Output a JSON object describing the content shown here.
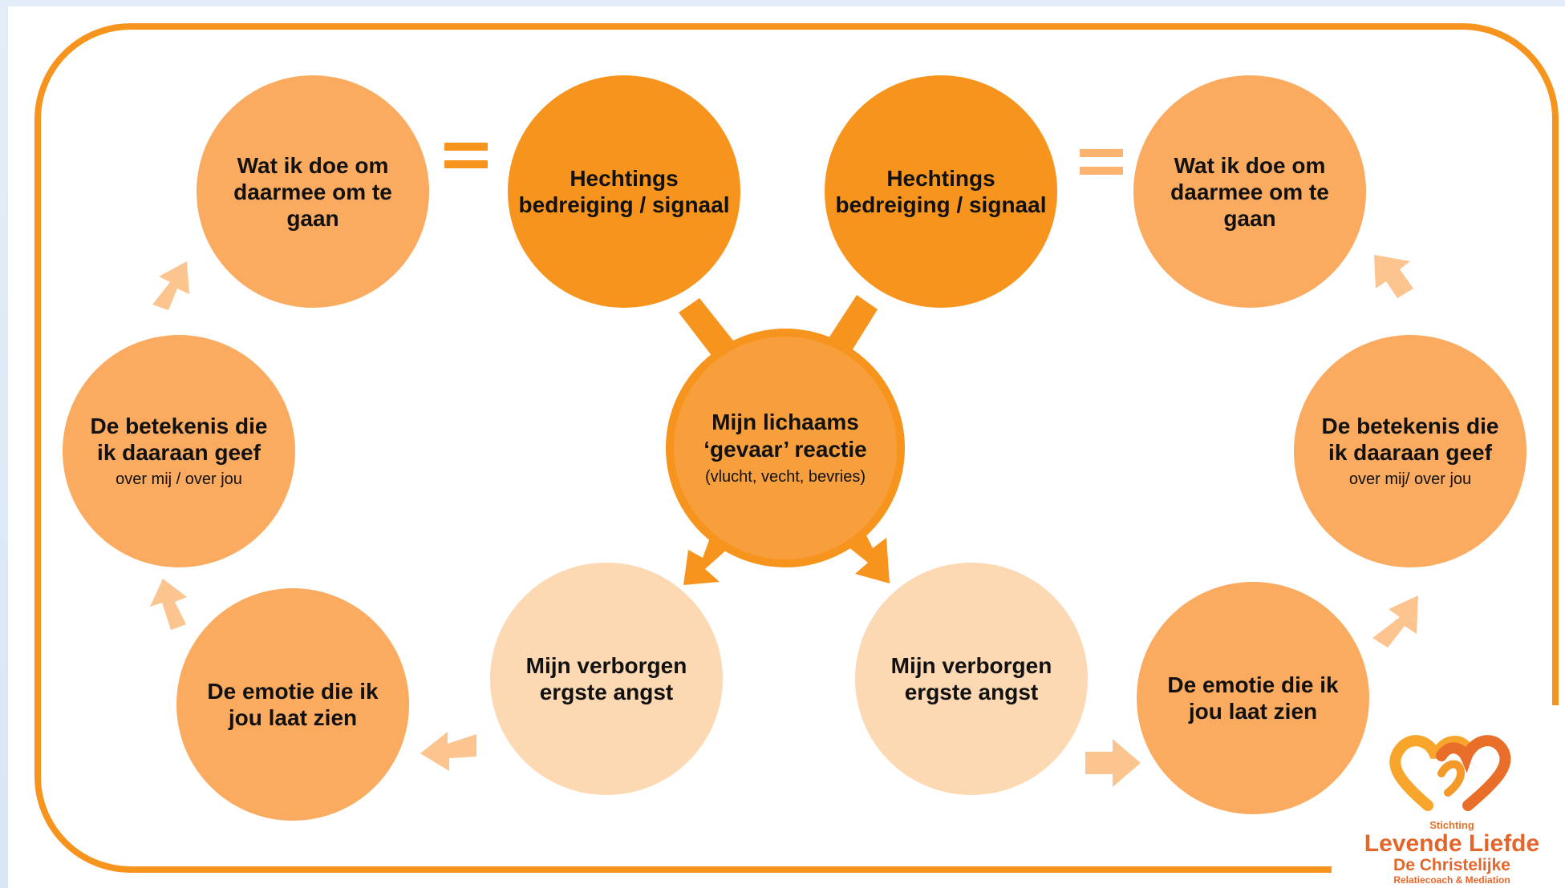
{
  "nodes": {
    "left_top": {
      "title": "Wat ik doe om\ndaarmee om te\ngaan"
    },
    "hecht_left": {
      "title": "Hechtings\nbedreiging / signaal"
    },
    "hecht_right": {
      "title": "Hechtings\nbedreiging / signaal"
    },
    "right_top": {
      "title": "Wat ik doe om\ndaarmee om te\ngaan"
    },
    "left_mid": {
      "title": "De betekenis die\nik daaraan geef",
      "sub": "over mij / over jou"
    },
    "right_mid": {
      "title": "De betekenis die\nik daaraan geef",
      "sub": "over mij/  over jou"
    },
    "center": {
      "title": "Mijn lichaams\n‘gevaar’ reactie",
      "sub": "(vlucht, vecht, bevries)"
    },
    "left_bottom": {
      "title": "De emotie die ik\njou laat zien"
    },
    "angst_left": {
      "title": "Mijn verborgen\nergste angst"
    },
    "angst_right": {
      "title": "Mijn verborgen\nergste angst"
    },
    "right_bottom": {
      "title": "De emotie die ik\njou laat zien"
    }
  },
  "colors": {
    "dark": "#f7941d",
    "mid": "#fbab5f",
    "light": "#fdd9b3",
    "frame": "#f7941d"
  },
  "logo": {
    "small": "Stichting",
    "big": "Levende Liefde",
    "mid": "De Christelijke",
    "tiny": "Relatiecoach & Mediation",
    "icon": "double-heart-icon"
  }
}
